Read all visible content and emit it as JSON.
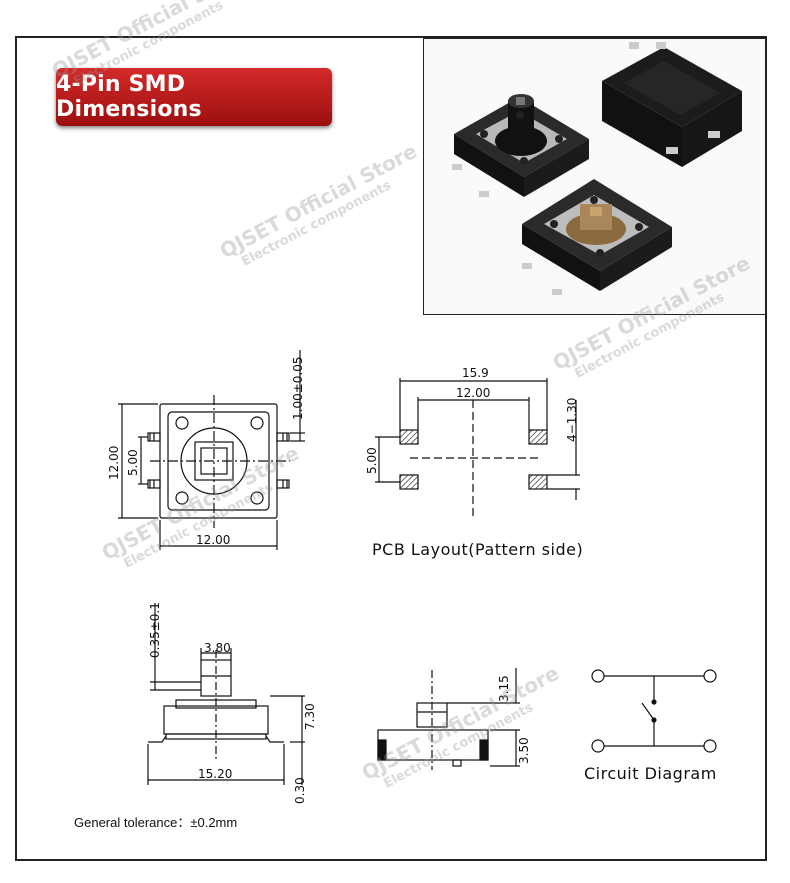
{
  "title": "4-Pin SMD Dimensions",
  "top_view": {
    "top_dim": "1.00±0.05",
    "left_dim": "12.00",
    "inner_dim": "5.00",
    "bottom_dim": "12.00"
  },
  "pcb_layout": {
    "width_dim": "15.9",
    "inner_dim": "12.00",
    "pad_dim": "4−1.30",
    "height_dim": "5.00",
    "caption": "PCB Layout(Pattern side)"
  },
  "side_view": {
    "actuator_dim": "3.80",
    "tip_dim": "0.35±0.1",
    "height_dim": "7.30",
    "width_dim": "15.20",
    "base_dim": "0.30"
  },
  "side_view_small": {
    "top_dim": "3.15",
    "base_dim": "3.50"
  },
  "circuit": {
    "caption": "Circuit Diagram"
  },
  "tolerance": "General tolerance：±0.2mm",
  "watermark": {
    "store": "QJSET Official Store",
    "sub": "Electronic components"
  },
  "colors": {
    "banner": "#c41c1c",
    "line": "#111111"
  }
}
